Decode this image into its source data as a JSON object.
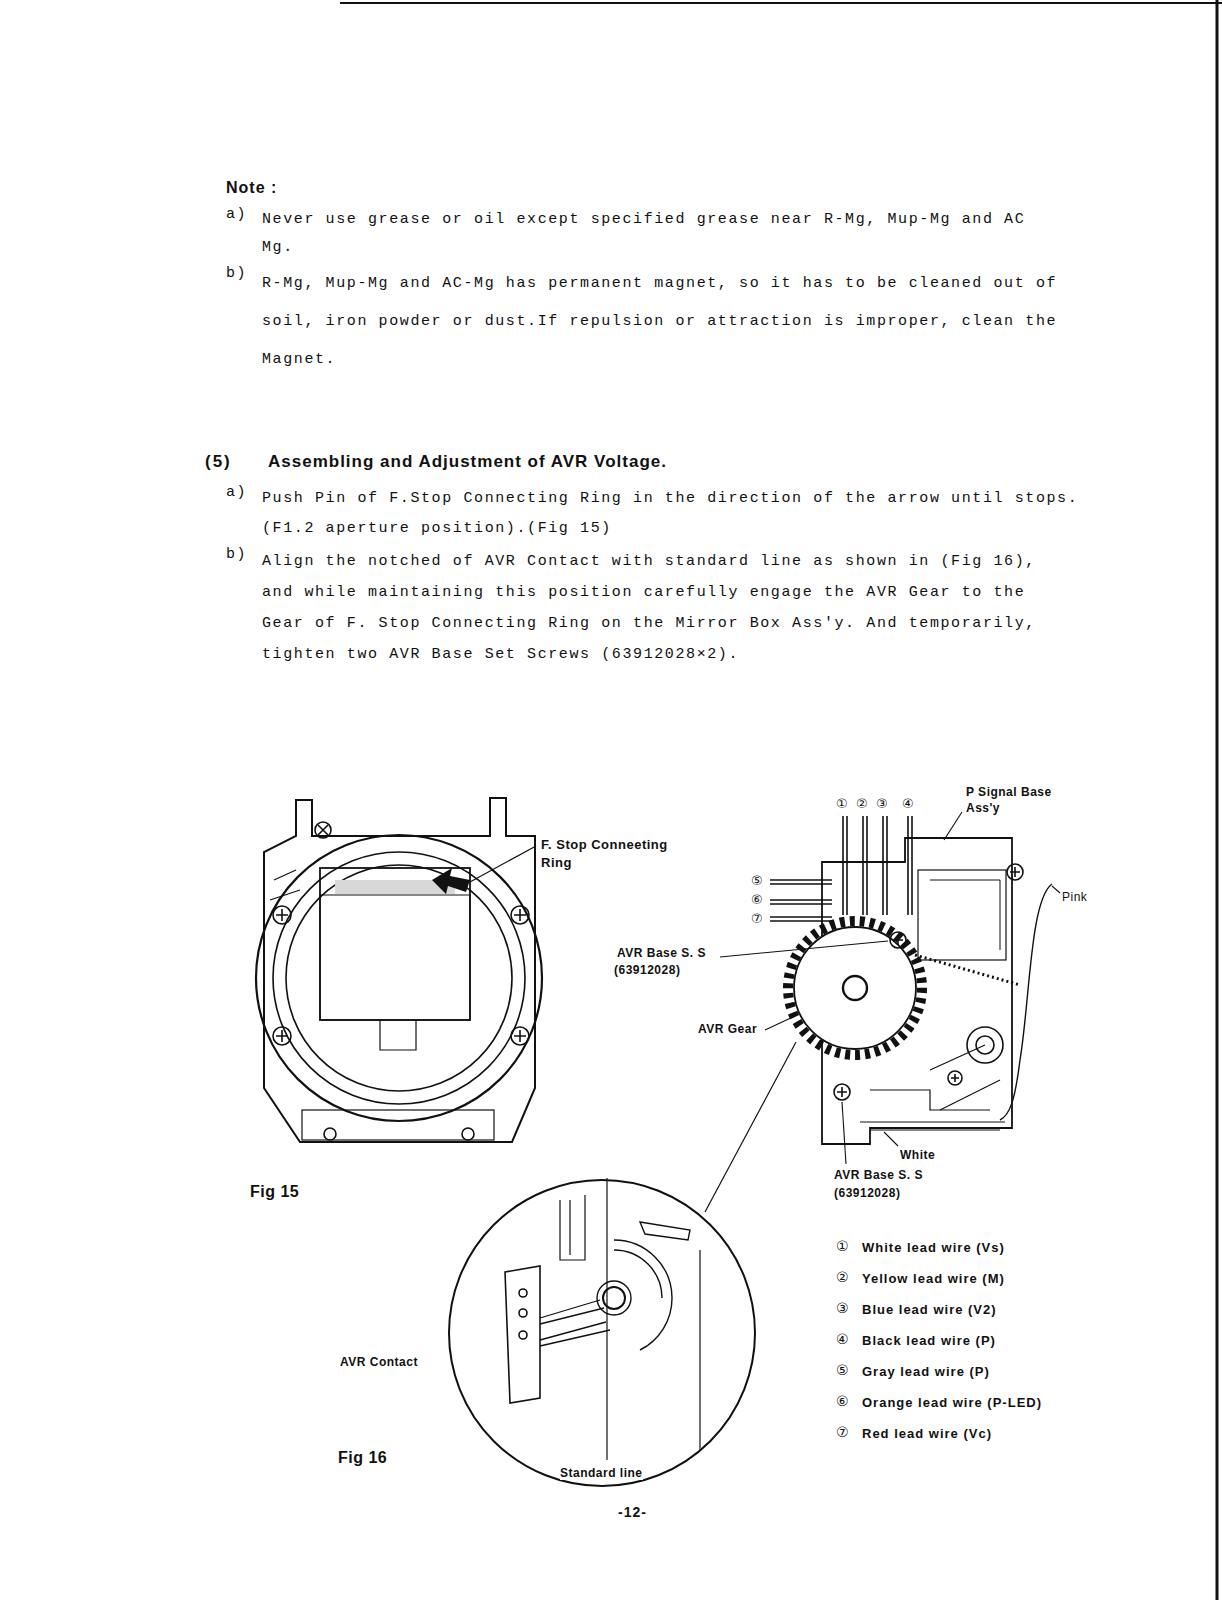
{
  "diagram": {
    "labels": [
      "Note :",
      "a)",
      "Never use grease or oil except specified grease near R-Mg, Mup-Mg and AC Mg.",
      "b)",
      "R-Mg, Mup-Mg and AC-Mg has permanent magnet, so it has to be cleaned out of soil, iron powder or dust.If repulsion or attraction is improper, clean the Magnet.",
      "(5)",
      "Assembling and Adjustment of AVR Voltage.",
      "a)",
      "Push Pin of F.Stop Connecting Ring in the direction of the arrow until stops. (F1.2 aperture position).(Fig 15)",
      "b)",
      "Align the notched of AVR Contact with standard line as shown in (Fig 16), and while maintaining this position carefully engage the AVR Gear to the Gear of F. Stop Connecting Ring on the Mirror Box Ass'y. And temporarily, tighten two AVR Base Set Screws (63912028×2).",
      "F. Stop Conneeting Ring",
      "Fig 15",
      "P Signal Base Ass'y",
      "①",
      "②",
      "③",
      "④",
      "⑤",
      "⑥",
      "⑦",
      "Pink",
      "AVR Base S. S",
      "(63912028)",
      "AVR Gear",
      "White",
      "AVR Base S. S",
      "(63912028)",
      "①",
      "White lead wire (Vs)",
      "②",
      "Yellow lead wire (M)",
      "③",
      "Blue lead wire (V2)",
      "④",
      "Black lead wire (P)",
      "⑤",
      "Gray lead wire (P)",
      "⑥",
      "Orange lead wire (P-LED)",
      "⑦",
      "Red lead wire (Vc)",
      "AVR Contact",
      "Fig 16",
      "Standard line",
      "-12-"
    ]
  }
}
